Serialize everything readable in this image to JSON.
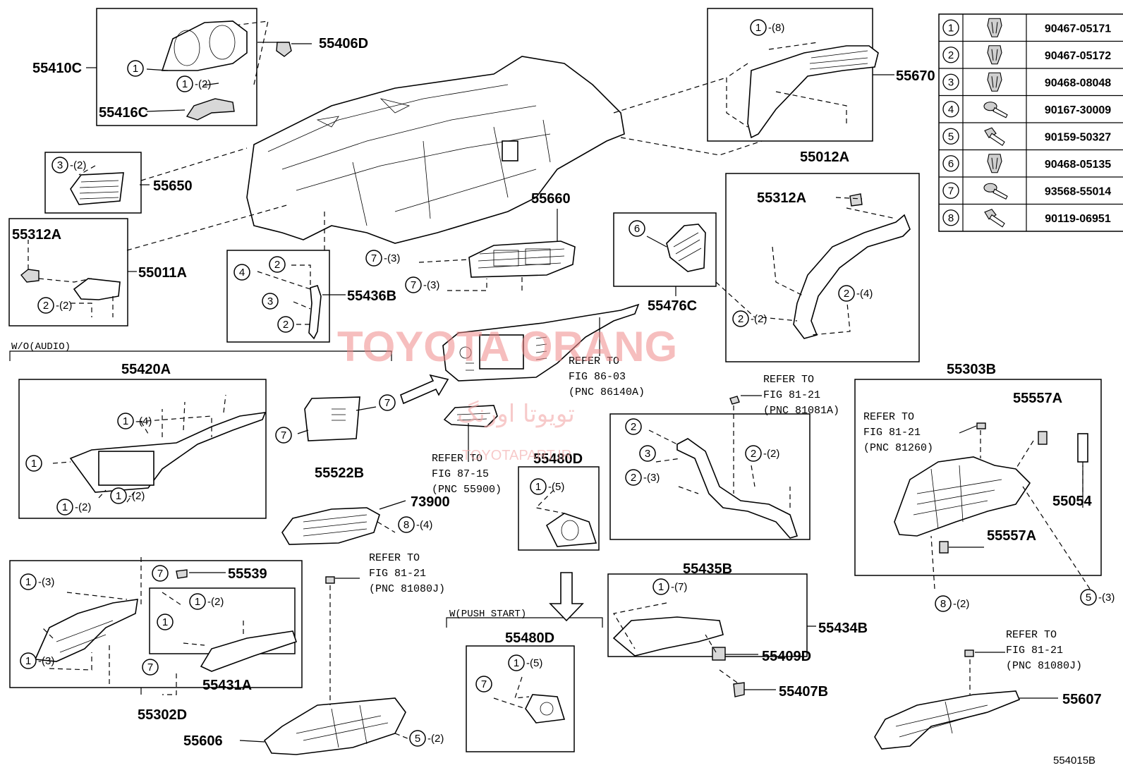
{
  "labels": {
    "p55410C": "55410C",
    "p55406D": "55406D",
    "p55416C": "55416C",
    "p55650": "55650",
    "p55312A_left": "55312A",
    "p55011A": "55011A",
    "p55436B": "55436B",
    "p55660": "55660",
    "p55670": "55670",
    "p55012A": "55012A",
    "p55312A_right": "55312A",
    "p55476C": "55476C",
    "p55420A": "55420A",
    "p55522B": "55522B",
    "p73900": "73900",
    "p55480D_top": "55480D",
    "p55435B": "55435B",
    "p55303B": "55303B",
    "p55557A_top": "55557A",
    "p55054": "55054",
    "p55557A_bot": "55557A",
    "p55539": "55539",
    "p55431A": "55431A",
    "p55302D": "55302D",
    "p55606": "55606",
    "p55480D_bot": "55480D",
    "p55434B": "55434B",
    "p55409D": "55409D",
    "p55407B": "55407B",
    "p55607": "55607",
    "diagram_id": "554015B"
  },
  "notes": {
    "wo_audio": "W/O(AUDIO)",
    "w_push_start": "W(PUSH START)"
  },
  "refers": {
    "r86_03": [
      "REFER TO",
      "FIG 86-03",
      "(PNC 86140A)"
    ],
    "r87_15": [
      "REFER TO",
      "FIG 87-15",
      "(PNC 55900)"
    ],
    "r81_21_81081A": [
      "REFER TO",
      "FIG 81-21",
      "(PNC 81081A)"
    ],
    "r81_21_81260": [
      "REFER TO",
      "FIG 81-21",
      "(PNC 81260)"
    ],
    "r81_21_81080J_mid": [
      "REFER TO",
      "FIG 81-21",
      "(PNC 81080J)"
    ],
    "r81_21_81080J_right": [
      "REFER TO",
      "FIG 81-21",
      "(PNC 81080J)"
    ]
  },
  "callouts": {
    "c1_a": "1",
    "c1_2_a": "1-(2)",
    "c3_2": "3-(2)",
    "c2_2_a": "2-(2)",
    "c4_a": "4",
    "c2_b": "2",
    "c3_a": "3",
    "c2_c": "2",
    "c7_3_a": "7-(3)",
    "c7_3_b": "7-(3)",
    "c1_8": "1-(8)",
    "c6": "6",
    "c2_2_b": "2-(2)",
    "c2_4": "2-(4)",
    "c1_4": "1-(4)",
    "c1_b": "1",
    "c1_2_b": "1-(2)",
    "c1_2_c": "1-(2)",
    "c7_a": "7",
    "c7_b": "7",
    "c8_4": "8-(4)",
    "c1_5_a": "1-(5)",
    "c2_d": "2",
    "c3_b": "3",
    "c2_3": "2-(3)",
    "c2_2_c": "2-(2)",
    "c8_2": "8-(2)",
    "c5_3": "5-(3)",
    "c1_3_a": "1-(3)",
    "c1_3_b": "1-(3)",
    "c7_c": "7",
    "c1_2_d": "1-(2)",
    "c1_c": "1",
    "c7_d": "7",
    "c5_2": "5-(2)",
    "c1_5_b": "1-(5)",
    "c7_e": "7",
    "c1_7": "1-(7)"
  },
  "fastener_table": {
    "rows": [
      {
        "no": "1",
        "icon": "clip-icon",
        "part": "90467-05171"
      },
      {
        "no": "2",
        "icon": "clip-icon",
        "part": "90467-05172"
      },
      {
        "no": "3",
        "icon": "clip-icon",
        "part": "90468-08048"
      },
      {
        "no": "4",
        "icon": "screw-icon",
        "part": "90167-30009"
      },
      {
        "no": "5",
        "icon": "bolt-icon",
        "part": "90159-50327"
      },
      {
        "no": "6",
        "icon": "clip-icon",
        "part": "90468-05135"
      },
      {
        "no": "7",
        "icon": "screw-icon",
        "part": "93568-55014"
      },
      {
        "no": "8",
        "icon": "bolt-icon",
        "part": "90119-06951"
      }
    ]
  },
  "watermark": {
    "main": "TOYOTA ORANG",
    "arabic": "تویوتا اورنگ",
    "site": "TOYOTAPART.IR"
  }
}
